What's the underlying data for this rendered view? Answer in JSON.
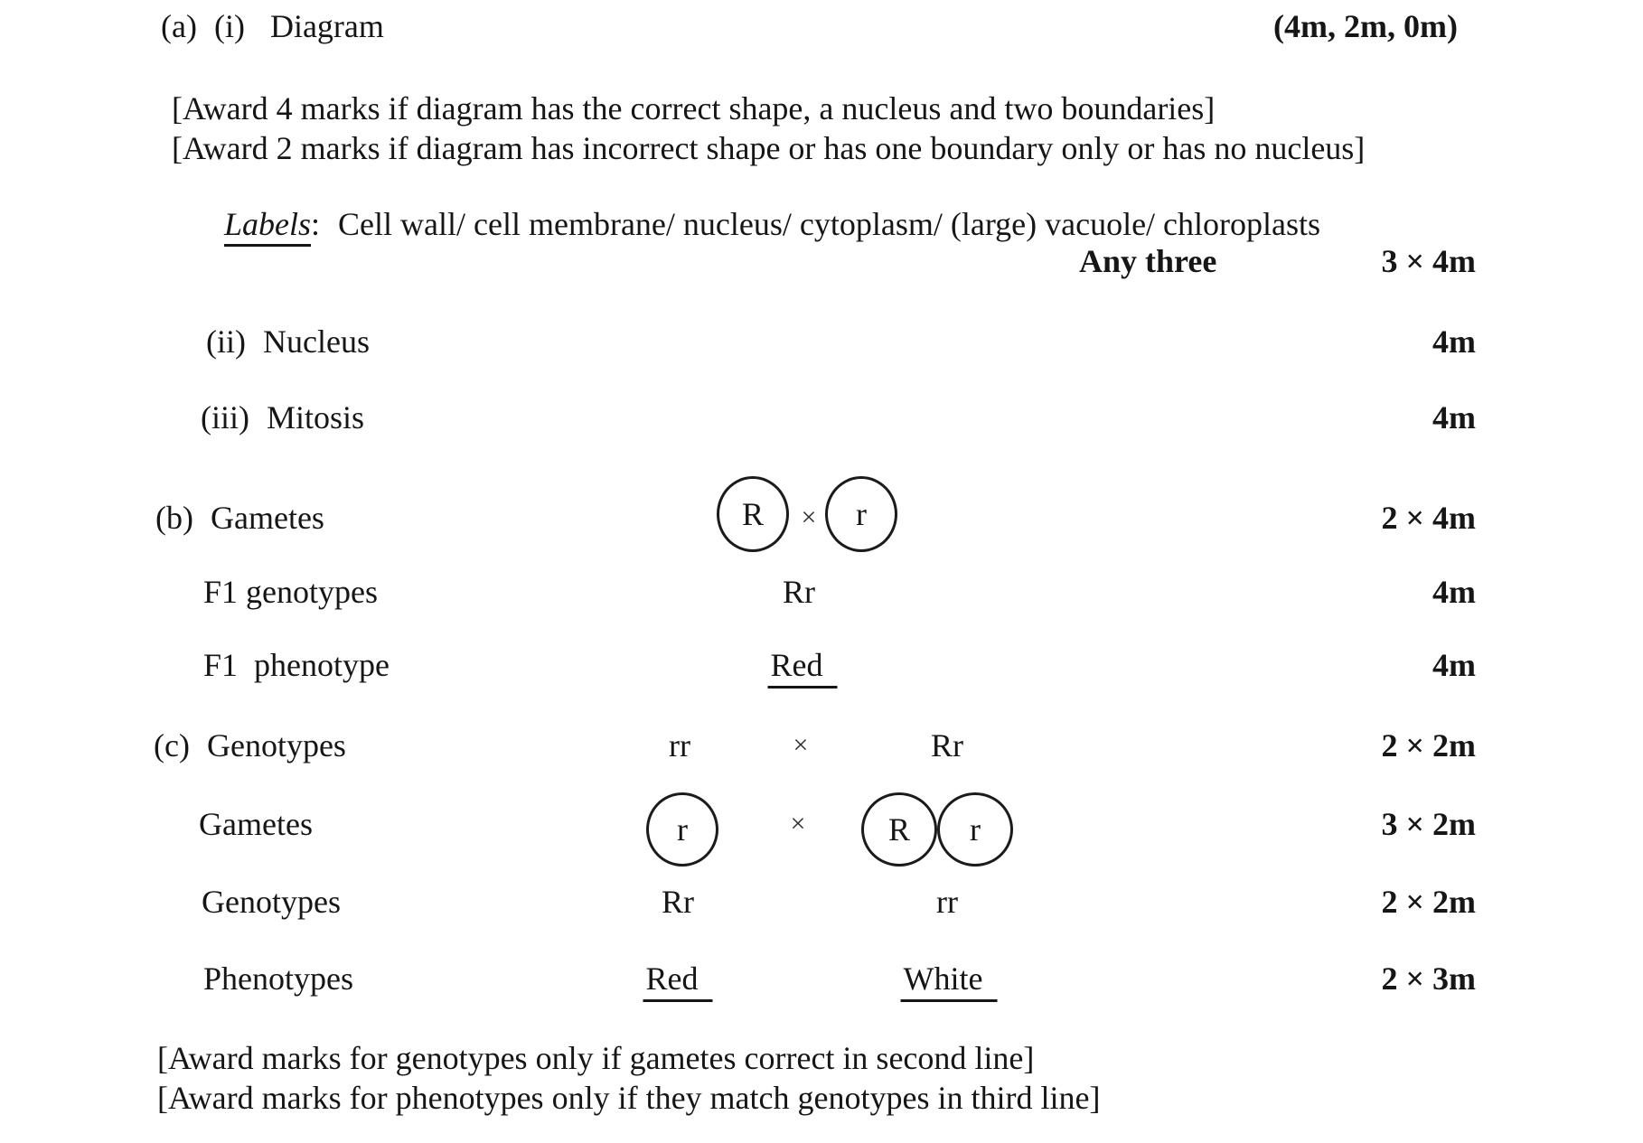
{
  "header": {
    "section": "(a)",
    "subsection": "(i)",
    "title": "Diagram",
    "marks": "(4m, 2m, 0m)"
  },
  "top_notes": {
    "line1": "[Award 4 marks if diagram has the correct shape, a nucleus and two boundaries]",
    "line2": "[Award 2 marks if diagram has incorrect shape or has one boundary only or has no nucleus]"
  },
  "labels": {
    "term": "Labels",
    "colon": ":",
    "list": "Cell wall/ cell membrane/ nucleus/ cytoplasm/ (large) vacuole/ chloroplasts",
    "any_three": "Any three",
    "marks": "3 × 4m"
  },
  "part_a": {
    "ii_label": "(ii)",
    "ii_text": "Nucleus",
    "ii_marks": "4m",
    "iii_label": "(iii)",
    "iii_text": "Mitosis",
    "iii_marks": "4m"
  },
  "part_b": {
    "section": "(b)",
    "gametes": {
      "label": "Gametes",
      "left_gamete": "R",
      "cross": "×",
      "right_gamete": "r",
      "marks": "2 × 4m"
    },
    "f1_genotypes": {
      "label": "F1 genotypes",
      "value": "Rr",
      "marks": "4m"
    },
    "f1_phenotype": {
      "label": "F1  phenotype",
      "value": "Red",
      "marks": "4m"
    }
  },
  "part_c": {
    "section": "(c)",
    "genotypes_cross": {
      "label": "Genotypes",
      "left": "rr",
      "cross": "×",
      "right": "Rr",
      "marks": "2 × 2m"
    },
    "gametes": {
      "label": "Gametes",
      "left_gamete": "r",
      "cross": "×",
      "right_gamete1": "R",
      "right_gamete2": "r",
      "marks": "3 × 2m"
    },
    "genotypes_result": {
      "label": "Genotypes",
      "left": "Rr",
      "right": "rr",
      "marks": "2 × 2m"
    },
    "phenotypes": {
      "label": "Phenotypes",
      "left": "Red",
      "right": "White",
      "marks": "2 × 3m"
    }
  },
  "bottom_notes": {
    "line1": "[Award marks for genotypes only if gametes correct in second line]",
    "line2": "[Award marks for phenotypes only if they match genotypes in third line]"
  }
}
